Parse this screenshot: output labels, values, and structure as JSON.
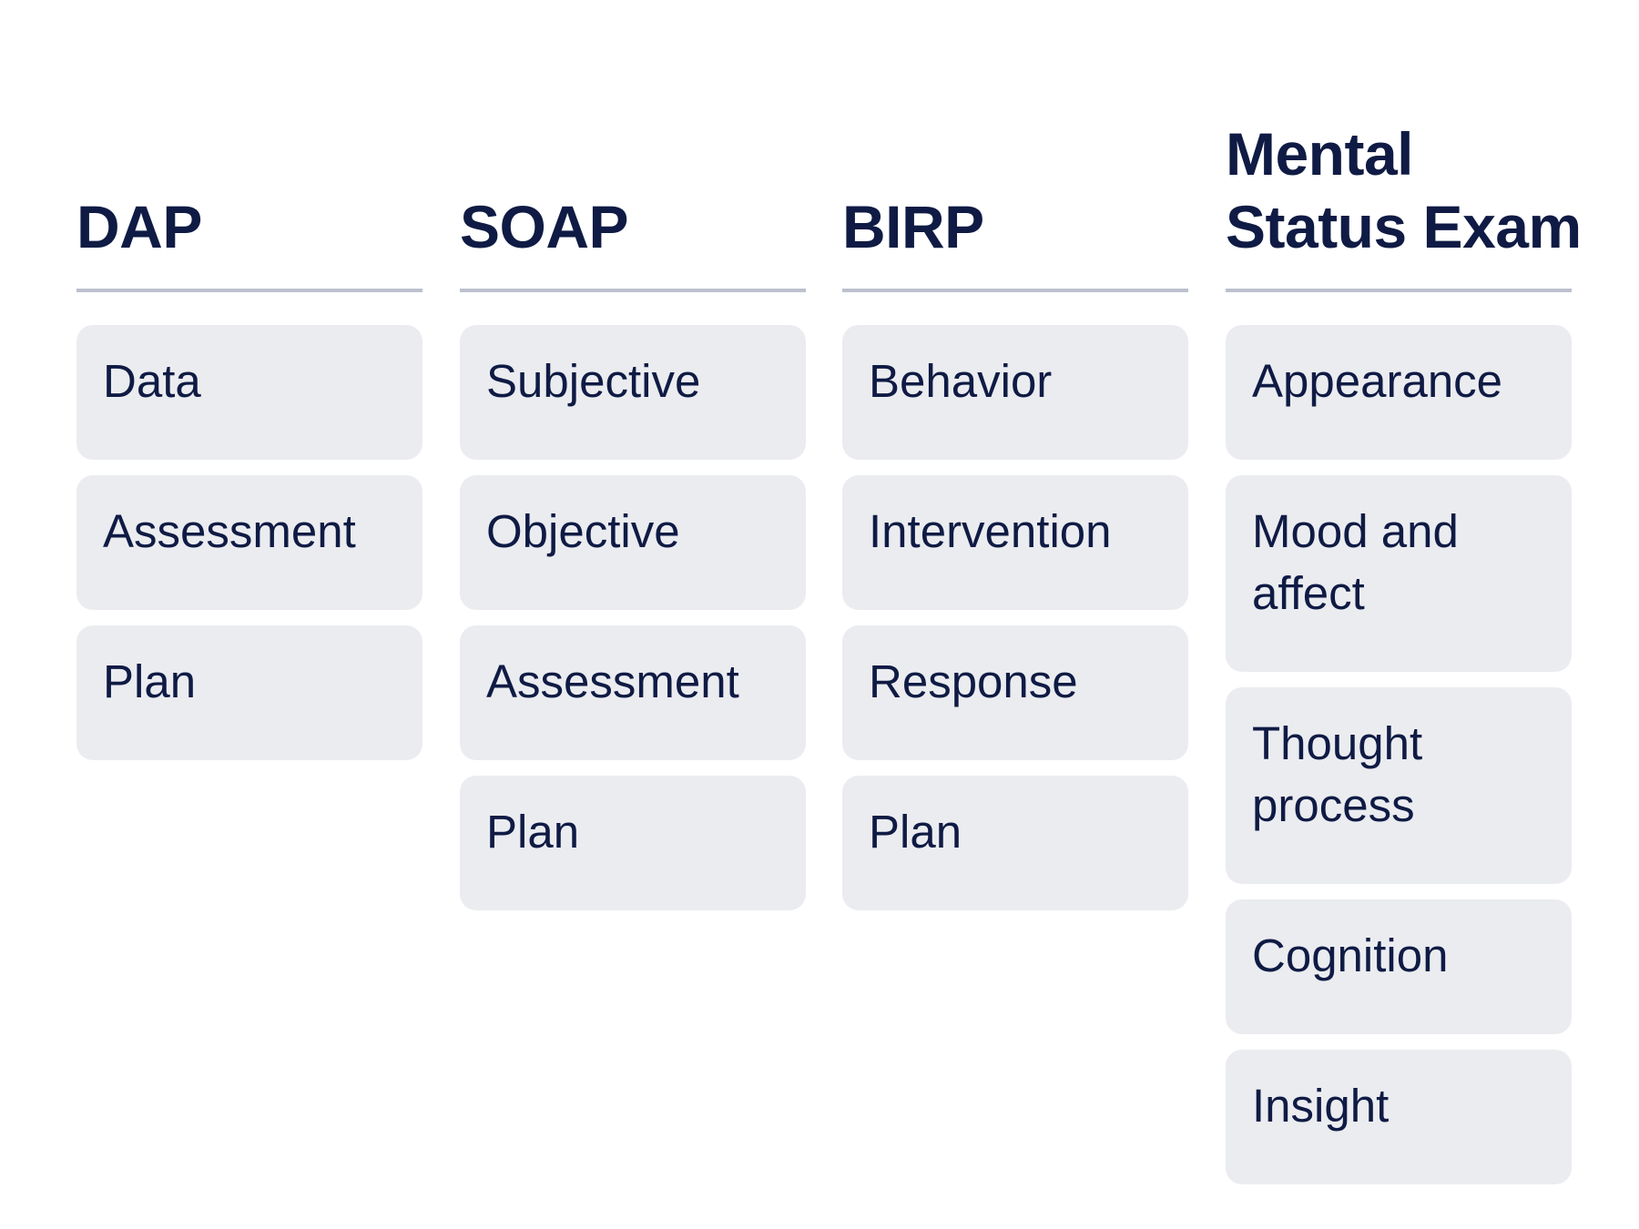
{
  "colors": {
    "title_text": "#0f1b44",
    "card_background": "#ebecf0",
    "divider": "#bcc1ce",
    "page_background": "#ffffff"
  },
  "columns": [
    {
      "title": "DAP",
      "items": [
        "Data",
        "Assessment",
        "Plan"
      ]
    },
    {
      "title": "SOAP",
      "items": [
        "Subjective",
        "Objective",
        "Assessment",
        "Plan"
      ]
    },
    {
      "title": "BIRP",
      "items": [
        "Behavior",
        "Intervention",
        "Response",
        "Plan"
      ]
    },
    {
      "title_lines": [
        "Mental",
        "Status Exam"
      ],
      "items": [
        "Appearance",
        "Mood and affect",
        "Thought process",
        "Cognition",
        "Insight"
      ]
    }
  ]
}
